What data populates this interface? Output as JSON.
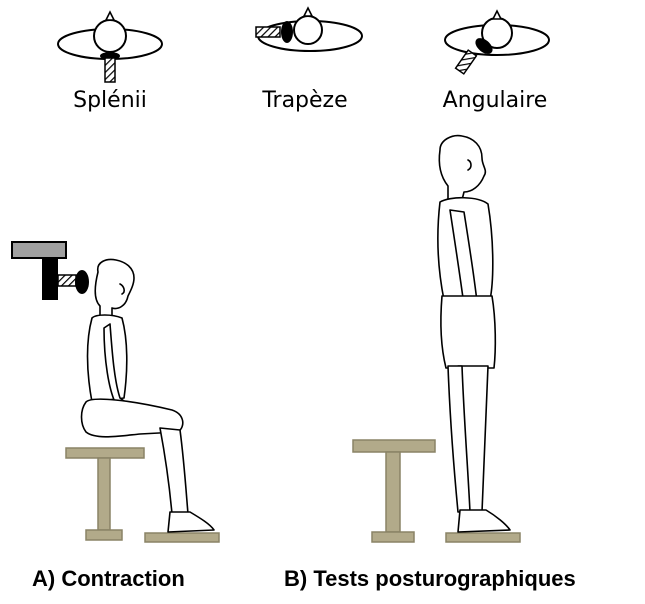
{
  "muscle_views": [
    {
      "label": "Splénii"
    },
    {
      "label": "Trapèze"
    },
    {
      "label": "Angulaire"
    }
  ],
  "panels": {
    "a": {
      "caption": "A) Contraction"
    },
    "b": {
      "caption": "B) Tests posturographiques"
    }
  },
  "colors": {
    "stool": "#b2aa8a",
    "stool_edge": "#8a8366",
    "vibrator_body": "#000000",
    "vibrator_mount": "#a0a0a0",
    "outline": "#000000"
  }
}
